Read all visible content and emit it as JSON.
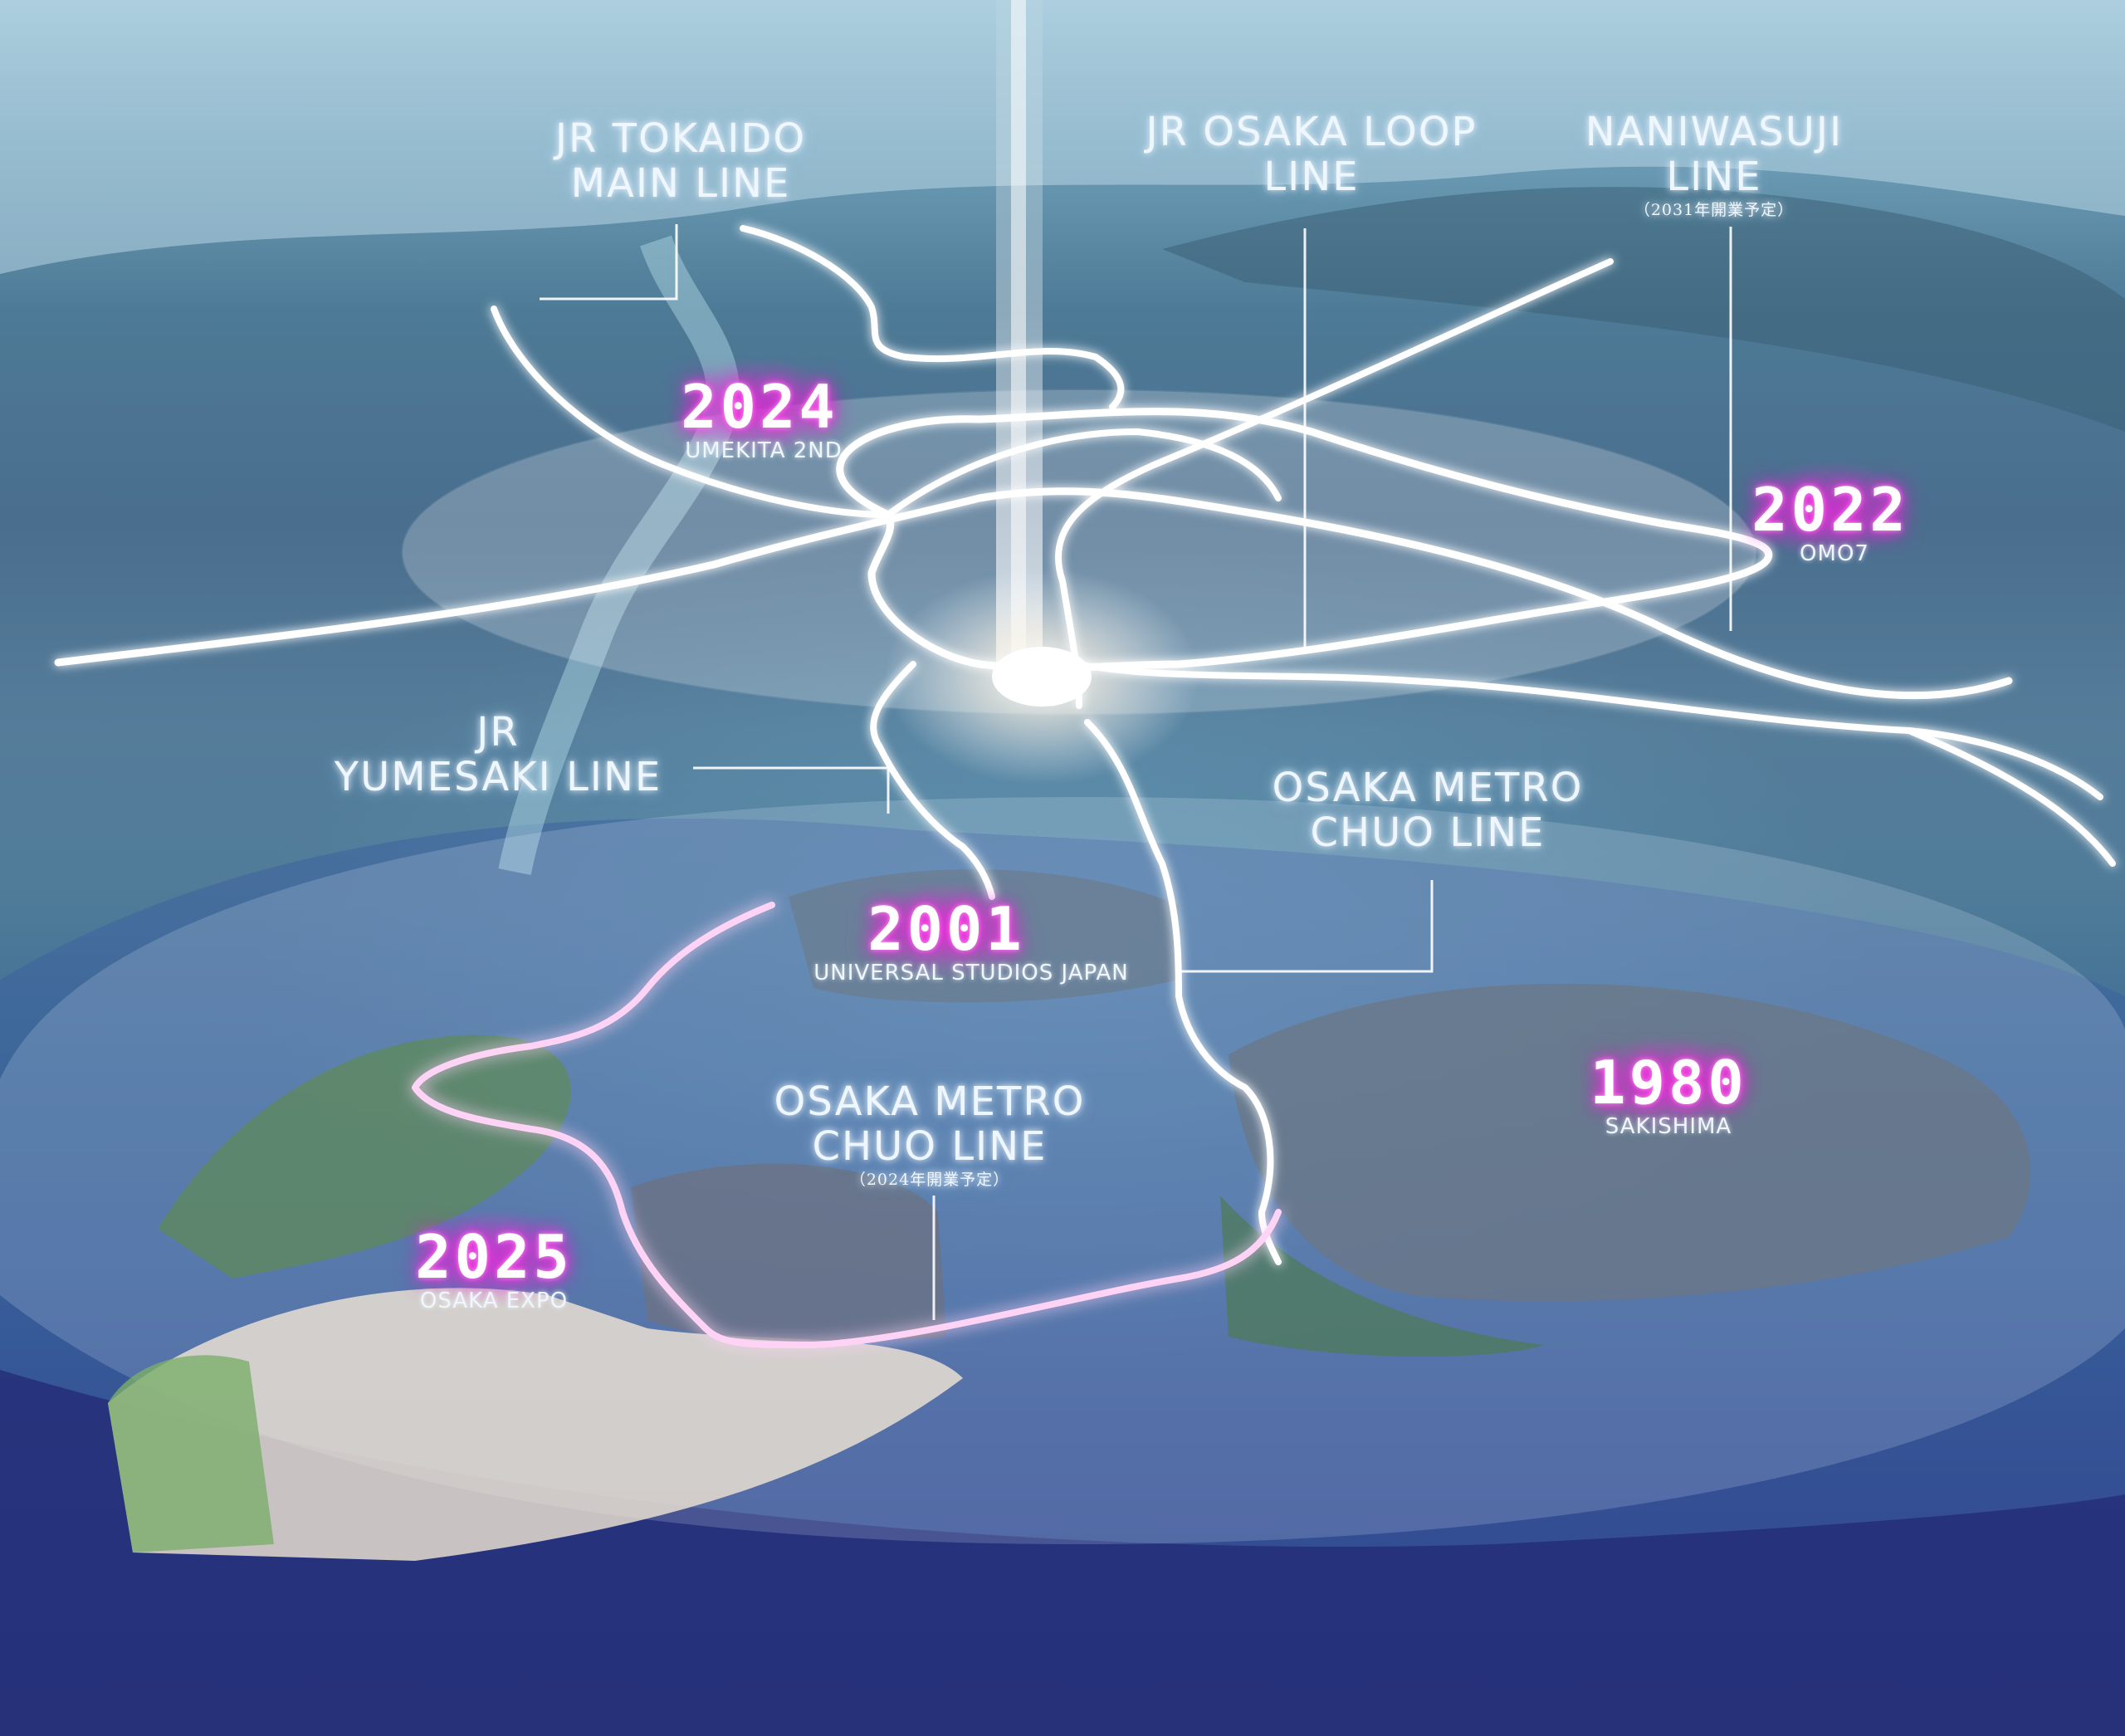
{
  "line_labels": {
    "jr_tokaido": [
      "JR TOKAIDO",
      "MAIN LINE"
    ],
    "jr_osaka_loop": [
      "JR OSAKA  LOOP",
      "LINE"
    ],
    "naniwasuji": [
      "NANIWASUJI",
      "LINE"
    ],
    "naniwasuji_note": "（2031年開業予定）",
    "jr_yumesaki": [
      "JR",
      "YUMESAKI  LINE"
    ],
    "osaka_metro_chuo_upper": [
      "OSAKA METRO",
      "CHUO  LINE"
    ],
    "osaka_metro_chuo_lower": [
      "OSAKA METRO",
      "CHUO  LINE"
    ],
    "osaka_metro_chuo_note": "（2024年開業予定）"
  },
  "milestones": [
    {
      "year": "2024",
      "place": "UMEKITA 2ND"
    },
    {
      "year": "2022",
      "place": "OMO7"
    },
    {
      "year": "2001",
      "place": "UNIVERSAL STUDIOS JAPAN"
    },
    {
      "year": "1980",
      "place": "SAKISHIMA"
    },
    {
      "year": "2025",
      "place": "OSAKA EXPO"
    }
  ],
  "colors": {
    "route_glow": "#ffffff",
    "year_glow": "#ff3ee6",
    "metro_extension": "#ffc8f4",
    "sea_deep": "#262e78"
  }
}
